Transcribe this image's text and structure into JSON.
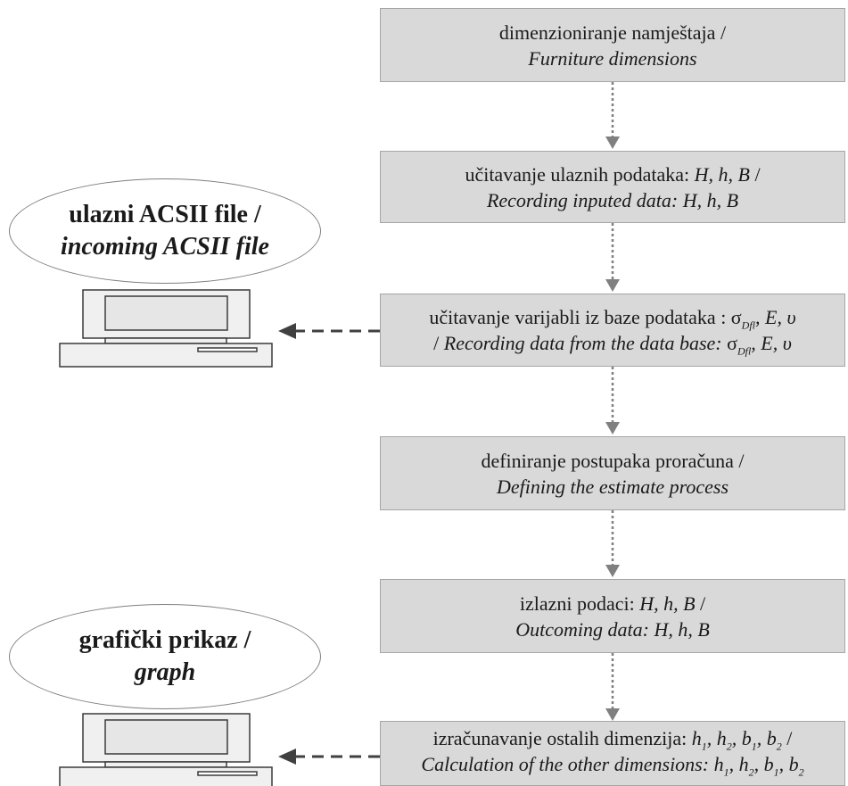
{
  "boxes": [
    {
      "line1": "dimenzioniranje namještaja /",
      "line2": "Furniture dimensions"
    },
    {
      "line1_pre": "učitavanje ulaznih podataka: ",
      "line1_it": "H, h, B",
      "line1_post": " /",
      "line2": "Recording inputed data: H, h, B"
    },
    {
      "line1_pre": "učitavanje varijabli iz baze podataka : σ",
      "line1_sub": "Dfl",
      "line1_post": ", E, υ",
      "line2_pre": "/ ",
      "line2_it": "Recording data from the data base: ",
      "line2_sym": "σ",
      "line2_sub": "Dfl",
      "line2_post": ", E, υ"
    },
    {
      "line1": "definiranje postupaka proračuna /",
      "line2": "Defining the estimate process"
    },
    {
      "line1_pre": "izlazni podaci: ",
      "line1_it": "H, h, B",
      "line1_post": " /",
      "line2": "Outcoming data: H, h, B"
    },
    {
      "line1_pre": "izračunavanje ostalih dimenzija: ",
      "line1_vars": [
        "h",
        "1",
        "h",
        "2",
        "b",
        "1",
        "b",
        "2"
      ],
      "line1_post": " /",
      "line2_pre": "Calculation of the other dimensions: "
    }
  ],
  "ellipses": [
    {
      "line1": "ulazni ACSII file /",
      "line2": "incoming ACSII file"
    },
    {
      "line1": "grafički prikaz /",
      "line2": "graph"
    }
  ],
  "colors": {
    "box_fill": "#d9d9d9",
    "box_border": "#a6a6a6",
    "arrow_dotted": "#808080",
    "arrow_dashed": "#404040"
  },
  "icons": [
    "computer-icon",
    "computer-icon"
  ]
}
